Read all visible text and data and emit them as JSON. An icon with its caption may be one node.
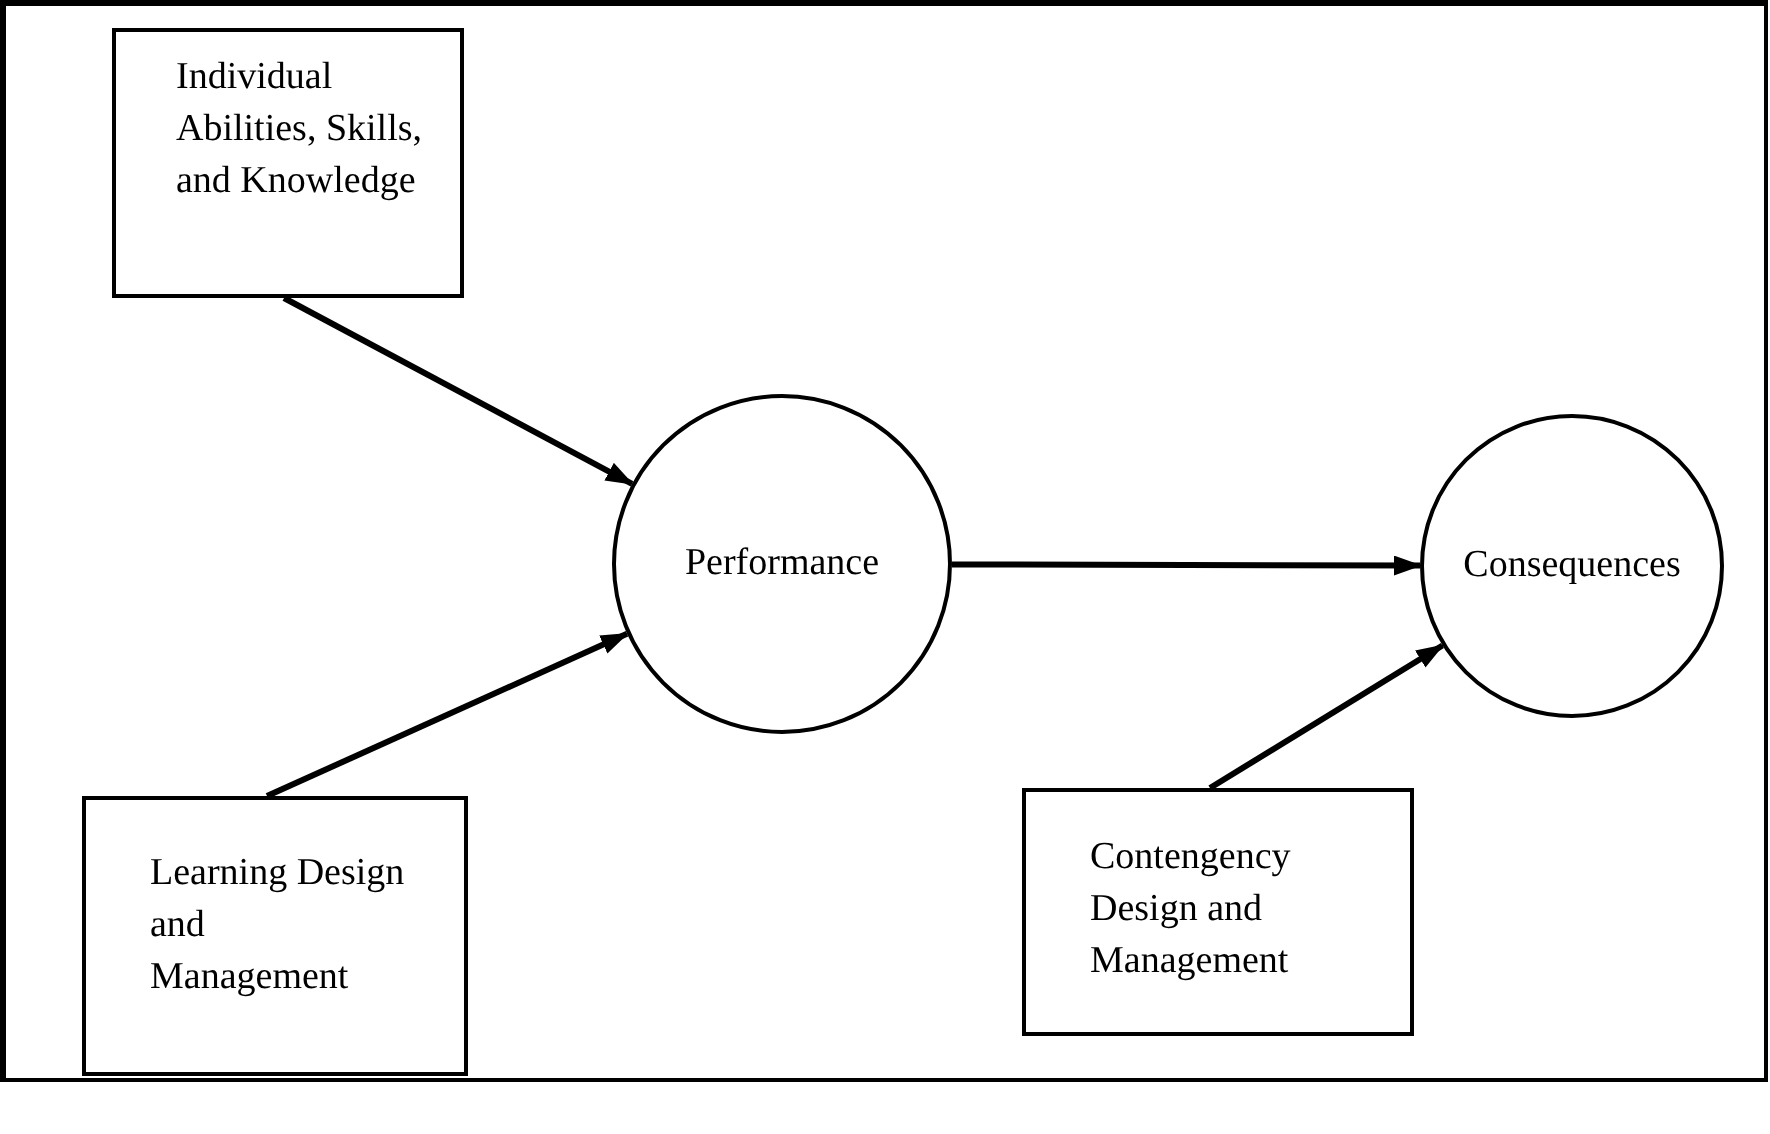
{
  "diagram": {
    "nodes": [
      {
        "text": [
          "Individual Abilities, Skills, and Knowledge"
        ]
      },
      {
        "text": [
          "Learning Design and Management"
        ]
      },
      {
        "text": [
          "Performance"
        ]
      },
      {
        "text": [
          "Consequences"
        ]
      },
      {
        "text": [
          "Contengency Design and Management"
        ]
      }
    ],
    "edges": [
      {
        "from": 0,
        "to": 2,
        "arrow": "to"
      },
      {
        "from": 1,
        "to": 2,
        "arrow": "to"
      },
      {
        "from": 2,
        "to": 3,
        "arrow": "to"
      },
      {
        "from": 4,
        "to": 3,
        "arrow": "to"
      }
    ]
  }
}
